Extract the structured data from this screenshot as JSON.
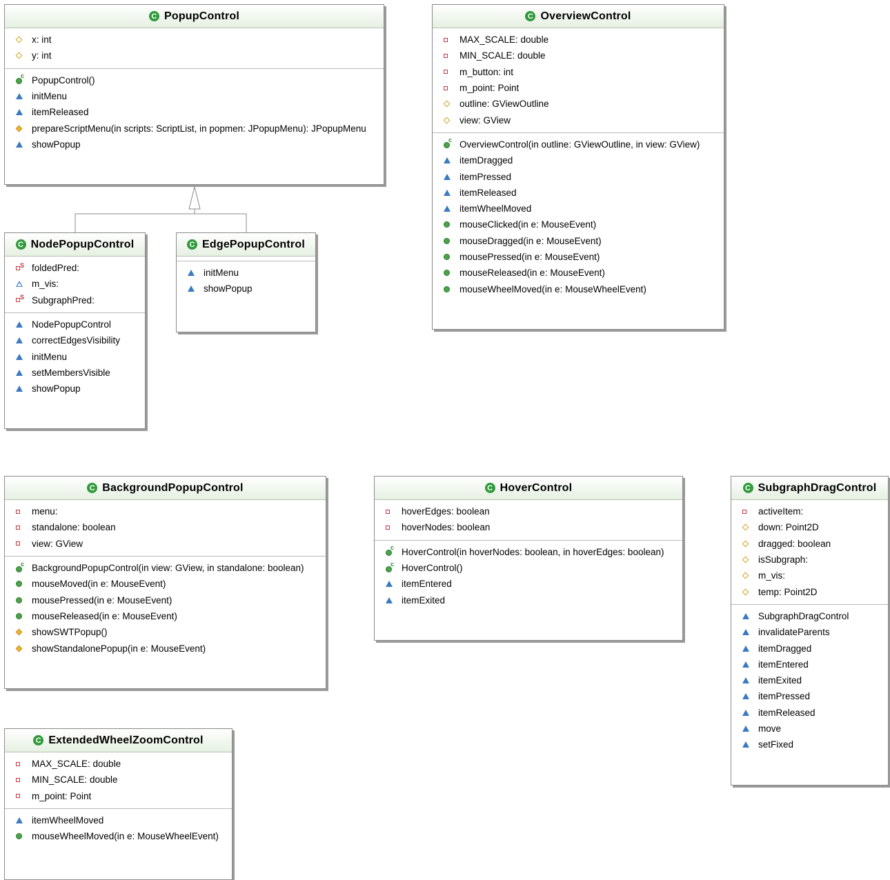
{
  "classes": {
    "popup_control": {
      "name": "PopupControl",
      "fields": [
        {
          "icon": "protected-field-icon",
          "label": "x: int"
        },
        {
          "icon": "protected-field-icon",
          "label": "y: int"
        }
      ],
      "methods": [
        {
          "icon": "constructor-icon",
          "label": "PopupControl()"
        },
        {
          "icon": "package-method-icon",
          "label": "initMenu"
        },
        {
          "icon": "package-method-icon",
          "label": "itemReleased"
        },
        {
          "icon": "protected-method-icon",
          "label": "prepareScriptMenu(in scripts: ScriptList, in popmen: JPopupMenu): JPopupMenu"
        },
        {
          "icon": "package-method-icon",
          "label": "showPopup"
        }
      ]
    },
    "overview_control": {
      "name": "OverviewControl",
      "fields": [
        {
          "icon": "private-field-icon",
          "label": "MAX_SCALE: double"
        },
        {
          "icon": "private-field-icon",
          "label": "MIN_SCALE: double"
        },
        {
          "icon": "private-field-icon",
          "label": "m_button: int"
        },
        {
          "icon": "private-field-icon",
          "label": "m_point: Point"
        },
        {
          "icon": "protected-field-icon",
          "label": "outline: GViewOutline"
        },
        {
          "icon": "protected-field-icon",
          "label": "view: GView"
        }
      ],
      "methods": [
        {
          "icon": "constructor-icon",
          "label": "OverviewControl(in outline: GViewOutline, in view: GView)"
        },
        {
          "icon": "package-method-icon",
          "label": "itemDragged"
        },
        {
          "icon": "package-method-icon",
          "label": "itemPressed"
        },
        {
          "icon": "package-method-icon",
          "label": "itemReleased"
        },
        {
          "icon": "package-method-icon",
          "label": "itemWheelMoved"
        },
        {
          "icon": "public-method-icon",
          "label": "mouseClicked(in e: MouseEvent)"
        },
        {
          "icon": "public-method-icon",
          "label": "mouseDragged(in e: MouseEvent)"
        },
        {
          "icon": "public-method-icon",
          "label": "mousePressed(in e: MouseEvent)"
        },
        {
          "icon": "public-method-icon",
          "label": "mouseReleased(in e: MouseEvent)"
        },
        {
          "icon": "public-method-icon",
          "label": "mouseWheelMoved(in e: MouseWheelEvent)"
        }
      ]
    },
    "node_popup_control": {
      "name": "NodePopupControl",
      "fields": [
        {
          "icon": "private-static-field-icon",
          "label": "foldedPred:"
        },
        {
          "icon": "package-field-icon",
          "label": "m_vis:"
        },
        {
          "icon": "private-static-field-icon",
          "label": "SubgraphPred:"
        }
      ],
      "methods": [
        {
          "icon": "package-method-icon",
          "label": "NodePopupControl"
        },
        {
          "icon": "package-method-icon",
          "label": "correctEdgesVisibility"
        },
        {
          "icon": "package-method-icon",
          "label": "initMenu"
        },
        {
          "icon": "package-method-icon",
          "label": "setMembersVisible"
        },
        {
          "icon": "package-method-icon",
          "label": "showPopup"
        }
      ]
    },
    "edge_popup_control": {
      "name": "EdgePopupControl",
      "fields": [],
      "methods": [
        {
          "icon": "package-method-icon",
          "label": "initMenu"
        },
        {
          "icon": "package-method-icon",
          "label": "showPopup"
        }
      ]
    },
    "background_popup_control": {
      "name": "BackgroundPopupControl",
      "fields": [
        {
          "icon": "private-field-icon",
          "label": "menu:"
        },
        {
          "icon": "private-field-icon",
          "label": "standalone: boolean"
        },
        {
          "icon": "private-field-icon",
          "label": "view: GView"
        }
      ],
      "methods": [
        {
          "icon": "constructor-icon",
          "label": "BackgroundPopupControl(in view: GView, in standalone: boolean)"
        },
        {
          "icon": "public-method-icon",
          "label": "mouseMoved(in e: MouseEvent)"
        },
        {
          "icon": "public-method-icon",
          "label": "mousePressed(in e: MouseEvent)"
        },
        {
          "icon": "public-method-icon",
          "label": "mouseReleased(in e: MouseEvent)"
        },
        {
          "icon": "protected-method-icon",
          "label": "showSWTPopup()"
        },
        {
          "icon": "protected-method-icon",
          "label": "showStandalonePopup(in e: MouseEvent)"
        }
      ]
    },
    "hover_control": {
      "name": "HoverControl",
      "fields": [
        {
          "icon": "private-field-icon",
          "label": "hoverEdges: boolean"
        },
        {
          "icon": "private-field-icon",
          "label": "hoverNodes: boolean"
        }
      ],
      "methods": [
        {
          "icon": "constructor-icon",
          "label": "HoverControl(in hoverNodes: boolean, in hoverEdges: boolean)"
        },
        {
          "icon": "constructor-icon",
          "label": "HoverControl()"
        },
        {
          "icon": "package-method-icon",
          "label": "itemEntered"
        },
        {
          "icon": "package-method-icon",
          "label": "itemExited"
        }
      ]
    },
    "subgraph_drag_control": {
      "name": "SubgraphDragControl",
      "fields": [
        {
          "icon": "private-field-icon",
          "label": "activeItem:"
        },
        {
          "icon": "protected-field-icon",
          "label": "down: Point2D"
        },
        {
          "icon": "protected-field-icon",
          "label": "dragged: boolean"
        },
        {
          "icon": "protected-field-icon",
          "label": "isSubgraph:"
        },
        {
          "icon": "protected-field-icon",
          "label": "m_vis:"
        },
        {
          "icon": "protected-field-icon",
          "label": "temp: Point2D"
        }
      ],
      "methods": [
        {
          "icon": "package-method-icon",
          "label": "SubgraphDragControl"
        },
        {
          "icon": "package-method-icon",
          "label": "invalidateParents"
        },
        {
          "icon": "package-method-icon",
          "label": "itemDragged"
        },
        {
          "icon": "package-method-icon",
          "label": "itemEntered"
        },
        {
          "icon": "package-method-icon",
          "label": "itemExited"
        },
        {
          "icon": "package-method-icon",
          "label": "itemPressed"
        },
        {
          "icon": "package-method-icon",
          "label": "itemReleased"
        },
        {
          "icon": "package-method-icon",
          "label": "move"
        },
        {
          "icon": "package-method-icon",
          "label": "setFixed"
        }
      ]
    },
    "extended_wheel_zoom_control": {
      "name": "ExtendedWheelZoomControl",
      "fields": [
        {
          "icon": "private-field-icon",
          "label": "MAX_SCALE: double"
        },
        {
          "icon": "private-field-icon",
          "label": "MIN_SCALE: double"
        },
        {
          "icon": "private-field-icon",
          "label": "m_point: Point"
        }
      ],
      "methods": [
        {
          "icon": "package-method-icon",
          "label": "itemWheelMoved"
        },
        {
          "icon": "public-method-icon",
          "label": "mouseWheelMoved(in e: MouseWheelEvent)"
        }
      ]
    }
  },
  "class_icon_glyph": "C",
  "relations": [
    {
      "type": "generalization",
      "from": "NodePopupControl",
      "to": "PopupControl"
    },
    {
      "type": "generalization",
      "from": "EdgePopupControl",
      "to": "PopupControl"
    }
  ]
}
